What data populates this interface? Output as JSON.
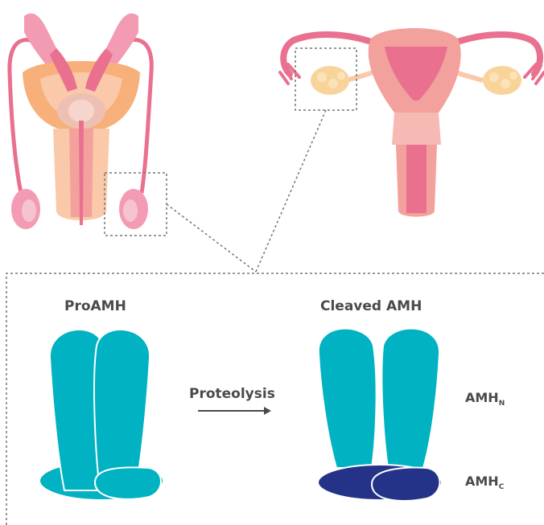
{
  "labels": {
    "proamh": "ProAMH",
    "cleaved": "Cleaved AMH",
    "proteolysis": "Proteolysis",
    "amh_n_main": "AMH",
    "amh_n_sub": "N",
    "amh_c_main": "AMH",
    "amh_c_sub": "C"
  },
  "colors": {
    "teal": "#00b2c2",
    "navy": "#243388",
    "pink": "#e9708f",
    "orange": "#f7b07a",
    "peach": "#f9c9a9",
    "uterus": "#f3a19d",
    "text": "#4a4a4a",
    "dashed": "#777777"
  }
}
